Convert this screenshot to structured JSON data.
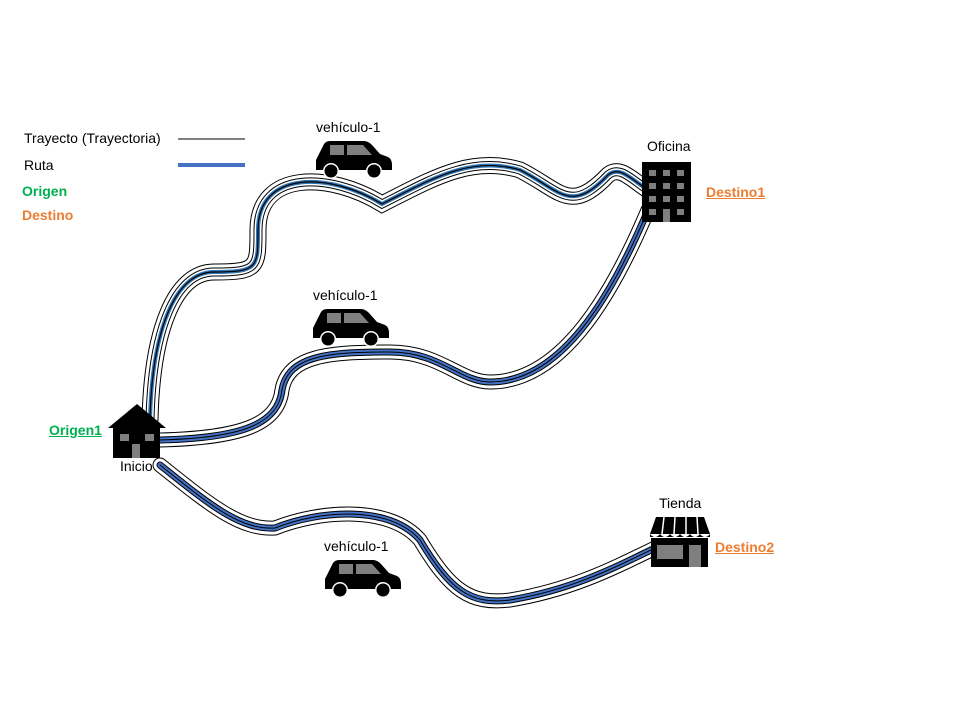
{
  "legend": {
    "trajectory_label": "Trayecto (Trayectoria)",
    "route_label": "Ruta",
    "origin_label": "Origen",
    "destination_label": "Destino"
  },
  "colors": {
    "route": "#4472c4",
    "trajectory": "#000000",
    "origin": "#00b050",
    "destination": "#ed7d31",
    "icon": "#000000",
    "icon_accent": "#7f7f7f"
  },
  "places": {
    "start": {
      "name": "Inicio",
      "tag": "Origen1",
      "icon": "house-icon"
    },
    "office": {
      "name": "Oficina",
      "tag": "Destino1",
      "icon": "office-building-icon"
    },
    "store": {
      "name": "Tienda",
      "tag": "Destino2",
      "icon": "store-icon"
    }
  },
  "vehicles": [
    {
      "label": "vehículo-1",
      "icon": "car-icon"
    },
    {
      "label": "vehículo-1",
      "icon": "car-icon"
    },
    {
      "label": "vehículo-1",
      "icon": "car-icon"
    }
  ]
}
